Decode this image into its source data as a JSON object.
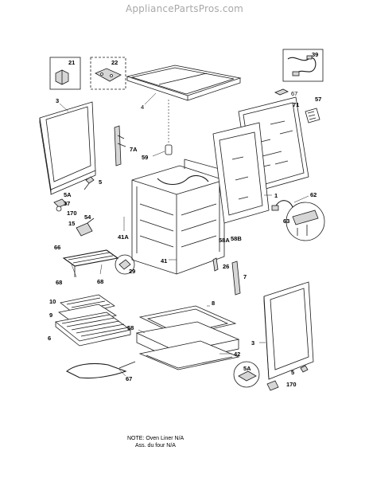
{
  "header": {
    "site": "AppliancePartsPros.com"
  },
  "callouts": {
    "c3a": "3",
    "c4": "4",
    "c21": "21",
    "c22": "22",
    "c39": "39",
    "c67a": "67",
    "c71": "71",
    "c57": "57",
    "c7a": "7A",
    "c59": "59",
    "c5a": "5",
    "c5aa": "5A",
    "c37": "37",
    "c170a": "170",
    "c15": "15",
    "c54": "54",
    "c1": "1",
    "c62": "62",
    "c63": "63",
    "c41a": "41A",
    "c58a": "58A",
    "c58b": "58B",
    "c41": "41",
    "c26": "26",
    "c7": "7",
    "c66": "66",
    "c68a": "68",
    "c68b": "68",
    "c29": "29",
    "c10": "10",
    "c9": "9",
    "c6": "6",
    "c8": "8",
    "c58": "58",
    "c42": "42",
    "c3b": "3",
    "c5ab": "5A",
    "c5b": "5",
    "c170b": "170",
    "c67b": "67"
  },
  "note": {
    "line1": "NOTE: Oven Liner N/A",
    "line2": "Ass. du four N/A"
  }
}
